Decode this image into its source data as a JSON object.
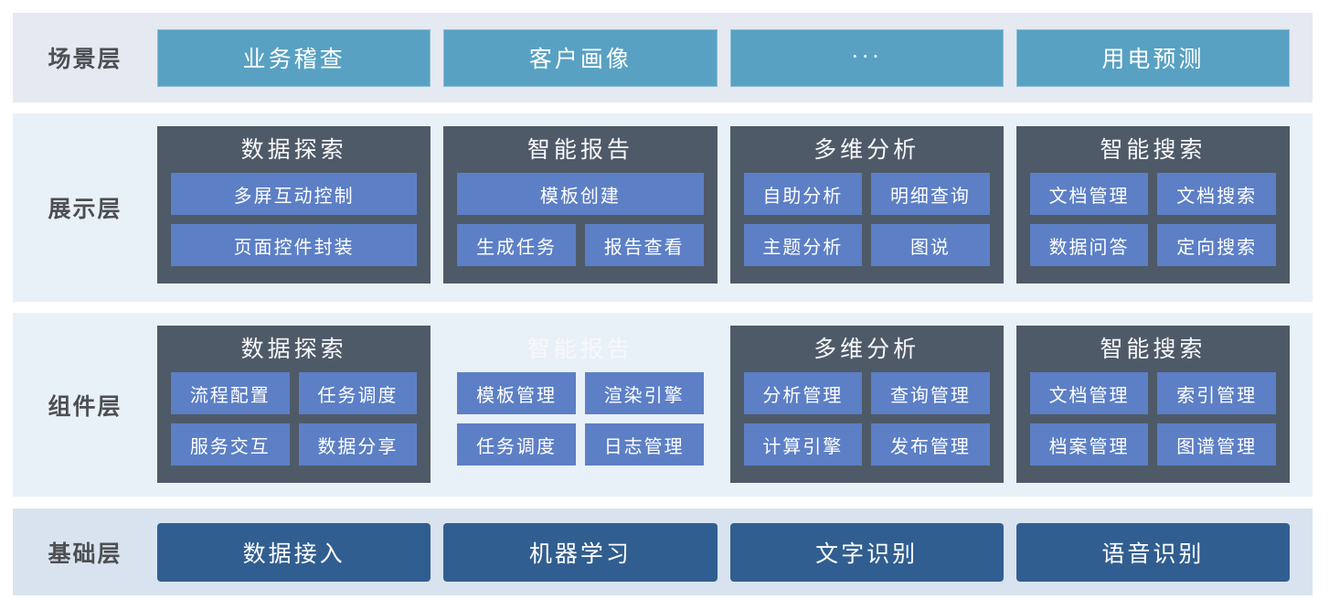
{
  "colors": {
    "scenario_box": "#58A1C3",
    "dark_container": "#4F5A68",
    "item_box": "#5C7FC6",
    "base_box": "#315E90",
    "band_scenario": "#E5E9F1",
    "band_light": "#E9F1F8",
    "band_base": "#D8E3EF",
    "label_text": "#4D4F53",
    "box_text": "#FFFFFF"
  },
  "layers": [
    {
      "id": "scenario",
      "label": "场景层",
      "kind": "boxes",
      "box_style": "scenario",
      "boxes": [
        "业务稽查",
        "客户画像",
        "···",
        "用电预测"
      ]
    },
    {
      "id": "display",
      "label": "展示层",
      "kind": "groups",
      "groups": [
        {
          "title": "数据探索",
          "dark": true,
          "items": [
            {
              "label": "多屏互动控制",
              "span": 2
            },
            {
              "label": "页面控件封装",
              "span": 2
            }
          ]
        },
        {
          "title": "智能报告",
          "dark": true,
          "items": [
            {
              "label": "模板创建",
              "span": 2
            },
            {
              "label": "生成任务",
              "span": 1
            },
            {
              "label": "报告查看",
              "span": 1
            }
          ]
        },
        {
          "title": "多维分析",
          "dark": true,
          "items": [
            {
              "label": "自助分析",
              "span": 1
            },
            {
              "label": "明细查询",
              "span": 1
            },
            {
              "label": "主题分析",
              "span": 1
            },
            {
              "label": "图说",
              "span": 1
            }
          ]
        },
        {
          "title": "智能搜索",
          "dark": true,
          "items": [
            {
              "label": "文档管理",
              "span": 1
            },
            {
              "label": "文档搜索",
              "span": 1
            },
            {
              "label": "数据问答",
              "span": 1
            },
            {
              "label": "定向搜索",
              "span": 1
            }
          ]
        }
      ]
    },
    {
      "id": "component",
      "label": "组件层",
      "kind": "groups",
      "groups": [
        {
          "title": "数据探索",
          "dark": true,
          "items": [
            {
              "label": "流程配置",
              "span": 1
            },
            {
              "label": "任务调度",
              "span": 1
            },
            {
              "label": "服务交互",
              "span": 1
            },
            {
              "label": "数据分享",
              "span": 1
            }
          ]
        },
        {
          "title": "智能报告",
          "dark": false,
          "items": [
            {
              "label": "模板管理",
              "span": 1
            },
            {
              "label": "渲染引擎",
              "span": 1
            },
            {
              "label": "任务调度",
              "span": 1
            },
            {
              "label": "日志管理",
              "span": 1
            }
          ]
        },
        {
          "title": "多维分析",
          "dark": true,
          "items": [
            {
              "label": "分析管理",
              "span": 1
            },
            {
              "label": "查询管理",
              "span": 1
            },
            {
              "label": "计算引擎",
              "span": 1
            },
            {
              "label": "发布管理",
              "span": 1
            }
          ]
        },
        {
          "title": "智能搜索",
          "dark": true,
          "items": [
            {
              "label": "文档管理",
              "span": 1
            },
            {
              "label": "索引管理",
              "span": 1
            },
            {
              "label": "档案管理",
              "span": 1
            },
            {
              "label": "图谱管理",
              "span": 1
            }
          ]
        }
      ]
    },
    {
      "id": "base",
      "label": "基础层",
      "kind": "boxes",
      "box_style": "base",
      "boxes": [
        "数据接入",
        "机器学习",
        "文字识别",
        "语音识别"
      ]
    }
  ]
}
